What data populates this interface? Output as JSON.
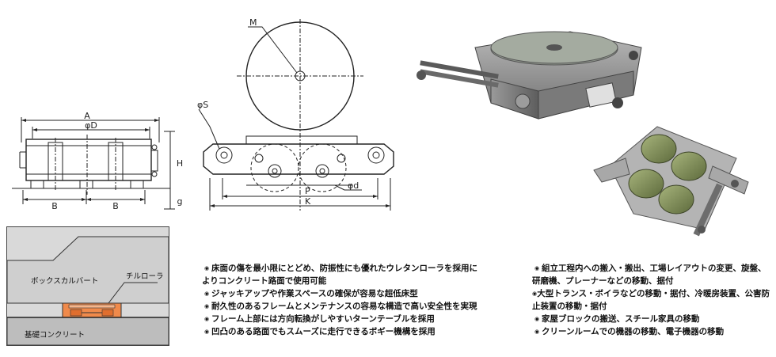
{
  "drawing": {
    "labels": {
      "A": "A",
      "D": "φD",
      "B_left": "B",
      "B_right": "B",
      "H": "H",
      "g": "g",
      "M": "M",
      "S": "φS",
      "d": "φd",
      "P": "P",
      "K": "K"
    }
  },
  "section": {
    "box_culvert": "ボックスカルバート",
    "tilt_roller": "チルローラ",
    "foundation": "基礎コンクリート"
  },
  "features": [
    "床面の傷を最小限にとどめ、防振性にも優れたウレタンローラを採用に",
    "よりコンクリート路面で使用可能",
    "ジャッキアップや作業スペースの確保が容易な超低床型",
    "耐久性のあるフレームとメンテナンスの容易な構造で高い安全性を実現",
    "フレーム上部には方向転換がしやすいターンテーブルを採用",
    "凹凸のある路面でもスムーズに走行できるボギー機構を採用"
  ],
  "uses": [
    "組立工程内への搬入・搬出、工場レイアウトの変更、旋盤、",
    "研磨機、プレーナーなどの移動、据付",
    "大型トランス・ボイラなどの移動・据付、冷暖房装置、公害防",
    "止装置の移動・据付",
    "家屋ブロックの搬送、スチール家具の移動",
    "クリーンルームでの機器の移動、電子機器の移動"
  ],
  "bullet_symbol": "◉",
  "colors": {
    "section_bg": "#d9d9d9",
    "orange": "#f08a4b",
    "roller_green": "#7d8a58",
    "metal": "#8e8e8e"
  }
}
